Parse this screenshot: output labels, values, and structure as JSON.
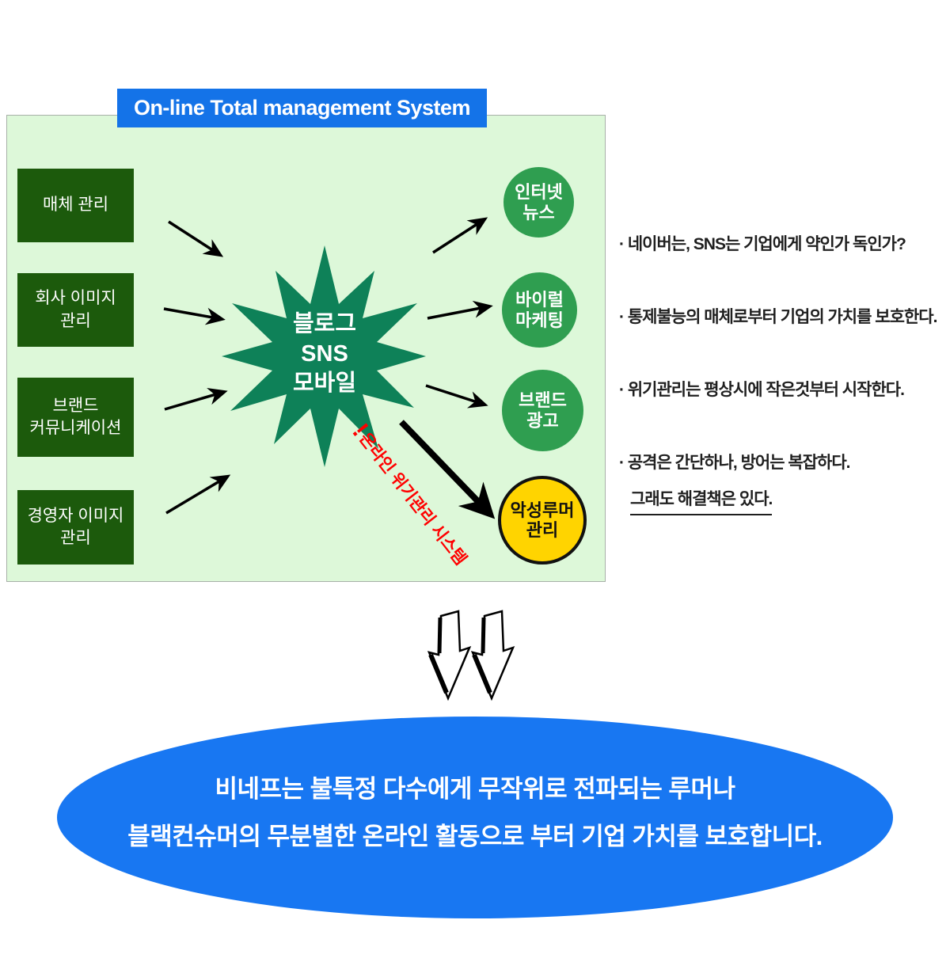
{
  "header": {
    "title": "On-line Total management System"
  },
  "system_diagram": {
    "input_boxes": [
      {
        "label": "매체 관리"
      },
      {
        "label": "회사 이미지\n관리"
      },
      {
        "label": "브랜드\n커뮤니케이션"
      },
      {
        "label": "경영자 이미지\n관리"
      }
    ],
    "core": {
      "label": "블로그\nSNS\n모바일"
    },
    "output_circles": [
      {
        "label": "인터넷\n뉴스",
        "color": "green"
      },
      {
        "label": "바이럴\n마케팅",
        "color": "green"
      },
      {
        "label": "브랜드\n광고",
        "color": "green"
      },
      {
        "label": "악성루머\n관리",
        "color": "yellow"
      }
    ],
    "crisis_callout": {
      "bang": "!",
      "label": "온라인 위기관리 시스템"
    }
  },
  "notes": {
    "items": [
      {
        "text": "· 네이버는, SNS는 기업에게 약인가 독인가?"
      },
      {
        "text": "· 통제불능의 매체로부터 기업의 가치를 보호한다."
      },
      {
        "text": "· 위기관리는 평상시에 작은것부터 시작한다."
      },
      {
        "text": "· 공격은 간단하나, 방어는 복잡하다."
      },
      {
        "text": "그래도 해결책은 있다.",
        "underline": "true"
      }
    ]
  },
  "conclusion": {
    "line1": "비네프는 불특정 다수에게 무작위로 전파되는 루머나",
    "line2": "블랙컨슈머의 무분별한 온라인 활동으로 부터 기업 가치를 보호합니다."
  },
  "colors": {
    "header_blue": "#1473e8",
    "panel_green": "#ddf8d9",
    "box_dark_green": "#1c5a0c",
    "star_green": "#0e8158",
    "circle_green": "#2f9e50",
    "rumor_yellow": "#ffd400",
    "alert_red": "#ff0000",
    "conclusion_blue": "#1877f2"
  }
}
